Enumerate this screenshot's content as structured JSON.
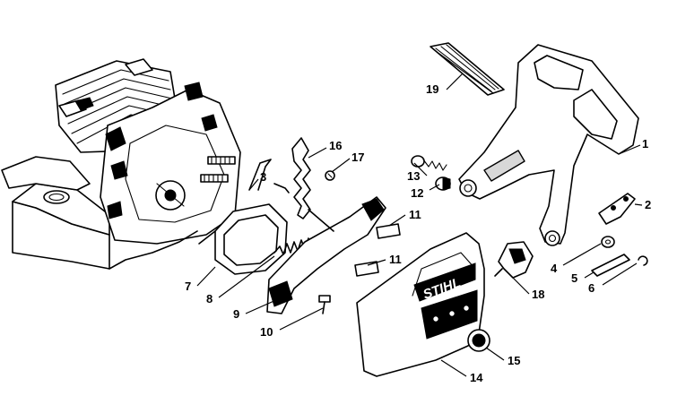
{
  "diagram": {
    "brand_logo_text": "STIHL",
    "callouts": [
      {
        "id": "1",
        "label": "1"
      },
      {
        "id": "2",
        "label": "2"
      },
      {
        "id": "3",
        "label": "3"
      },
      {
        "id": "4",
        "label": "4"
      },
      {
        "id": "5",
        "label": "5"
      },
      {
        "id": "6",
        "label": "6"
      },
      {
        "id": "7",
        "label": "7"
      },
      {
        "id": "8",
        "label": "8"
      },
      {
        "id": "9",
        "label": "9"
      },
      {
        "id": "10",
        "label": "10"
      },
      {
        "id": "11a",
        "label": "11"
      },
      {
        "id": "11b",
        "label": "11"
      },
      {
        "id": "12",
        "label": "12"
      },
      {
        "id": "13",
        "label": "13"
      },
      {
        "id": "14",
        "label": "14"
      },
      {
        "id": "15",
        "label": "15"
      },
      {
        "id": "16",
        "label": "16"
      },
      {
        "id": "17",
        "label": "17"
      },
      {
        "id": "18",
        "label": "18"
      },
      {
        "id": "19",
        "label": "19"
      }
    ]
  }
}
